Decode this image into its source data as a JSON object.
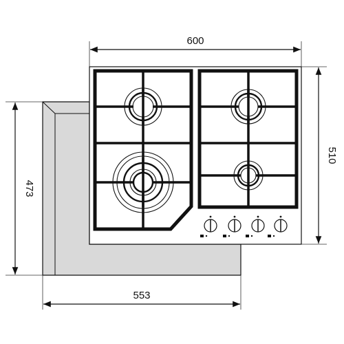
{
  "dimensions": {
    "top_width": "600",
    "right_depth": "510",
    "left_depth": "473",
    "bottom_width": "553"
  },
  "colors": {
    "line": "#111111",
    "cutout_fill": "#d9d9d9",
    "hob_fill": "#ffffff"
  },
  "burners": [
    {
      "id": "rear-left"
    },
    {
      "id": "rear-right"
    },
    {
      "id": "front-left-wok"
    },
    {
      "id": "front-right-small"
    }
  ],
  "knobs": [
    {
      "id": "knob-1"
    },
    {
      "id": "knob-2"
    },
    {
      "id": "knob-3"
    },
    {
      "id": "knob-4"
    }
  ]
}
